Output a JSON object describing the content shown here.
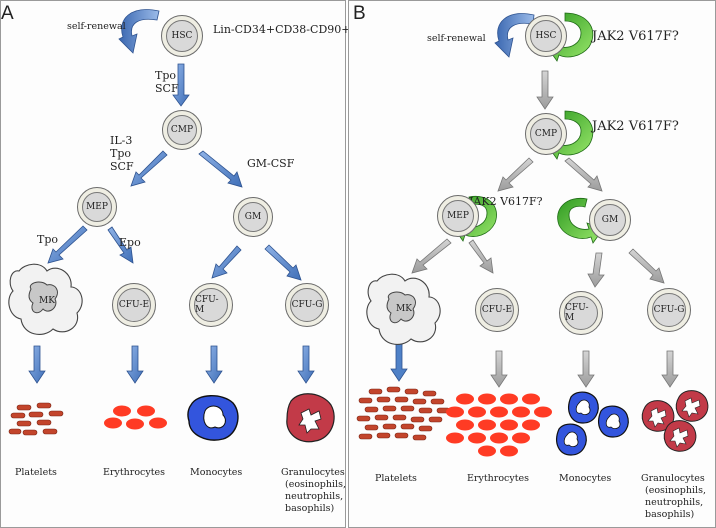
{
  "panel_a": {
    "label": "A",
    "self_renewal": "self-renewal",
    "hsc_markers": "Lin-CD34+CD38-CD90+",
    "cytokines": {
      "tpo_scf_1": "Tpo",
      "tpo_scf_2": "SCF",
      "il3": "IL-3",
      "tpo": "Tpo",
      "scf": "SCF",
      "gmcsf": "GM-CSF",
      "tpo_mk": "Tpo",
      "epo": "Epo"
    },
    "cells": {
      "hsc": "HSC",
      "cmp": "CMP",
      "mep": "MEP",
      "gm": "GM",
      "mk": "MK",
      "cfue": "CFU-E",
      "cfum": "CFU-M",
      "cfug": "CFU-G"
    },
    "products": {
      "platelets": "Platelets",
      "erythrocytes": "Erythrocytes",
      "monocytes": "Monocytes",
      "gran_1": "Granulocytes",
      "gran_2": "(eosinophils,",
      "gran_3": "neutrophils,",
      "gran_4": "basophils)"
    }
  },
  "panel_b": {
    "label": "B",
    "self_renewal": "self-renewal",
    "jak_hsc": "JAK2 V617F?",
    "jak_cmp": "JAK2 V617F?",
    "jak_mep": "JAK2 V617F?",
    "cells": {
      "hsc": "HSC",
      "cmp": "CMP",
      "mep": "MEP",
      "gm": "GM",
      "mk": "MK",
      "cfue": "CFU-E",
      "cfum": "CFU-M",
      "cfug": "CFU-G"
    },
    "products": {
      "platelets": "Platelets",
      "erythrocytes": "Erythrocytes",
      "monocytes": "Monocytes",
      "gran_1": "Granulocytes",
      "gran_2": "(eosinophils,",
      "gran_3": "neutrophils,",
      "gran_4": "basophils)"
    }
  },
  "colors": {
    "blue_arrow": "#4f81c7",
    "gray_arrow": "#a7a7a7",
    "green_arrow": "#5cc93a",
    "platelet": "#c3452c",
    "erythrocyte": "#ff3b24",
    "monocyte": "#3355dd",
    "granulocyte": "#c23a48",
    "cell_fill": "#efeee3"
  }
}
